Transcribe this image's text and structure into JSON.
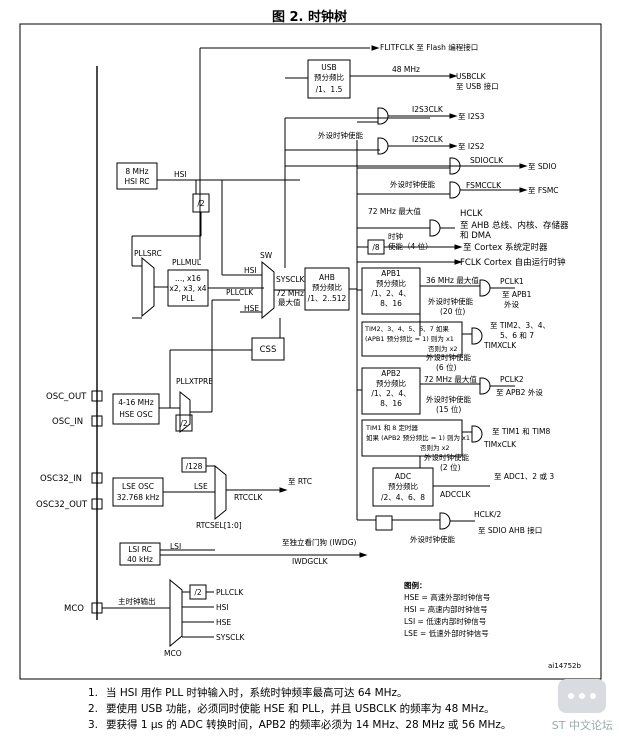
{
  "figure": {
    "title": "图 2. 时钟树"
  },
  "labels": {
    "flitf": "FLITFCLK 至 Flash 编程接口",
    "usb_block_l1": "USB",
    "usb_block_l2": "预分频比",
    "usb_block_l3": "/1、1.5",
    "usb_48": "48 MHz",
    "usbclk_l1": "USBCLK",
    "usbclk_l2": "至 USB 接口",
    "i2s3clk": "I2S3CLK",
    "to_i2s3": "至 I2S3",
    "peripheral_enable": "外设时钟使能",
    "i2s2clk": "I2S2CLK",
    "to_i2s2": "至 I2S2",
    "sdioclk": "SDIOCLK",
    "to_sdio": "至 SDIO",
    "fsmcclk": "FSMCCLK",
    "to_fsmc": "至 FSMC",
    "hsi_rc_l1": "8 MHz",
    "hsi_rc_l2": "HSI RC",
    "hsi": "HSI",
    "div2": "/2",
    "max72": "72 MHz 最大值",
    "hclk": "HCLK",
    "hclk_dest_l1": "至 AHB 总线、内核、存储器",
    "hclk_dest_l2": "和 DMA",
    "clock": "时钟",
    "enable_4bit": "使能（4 位）",
    "div8": "/8",
    "cortex_timer": "至 Cortex 系统定时器",
    "fclk": "FCLK Cortex 自由运行时钟",
    "pllsrc": "PLLSRC",
    "pllmul": "PLLMUL",
    "pll_mult_l1": "..., x16",
    "pll_mult_l2": "x2, x3, x4",
    "pll": "PLL",
    "pllclk": "PLLCLK",
    "sw": "SW",
    "sysclk": "SYSCLK",
    "mhz72": "72 MHz",
    "max": "最大值",
    "hse": "HSE",
    "ahb_l1": "AHB",
    "ahb_l2": "预分频比",
    "ahb_l3": "/1、2..512",
    "css": "CSS",
    "apb1_l1": "APB1",
    "apb1_l2": "预分频比",
    "apb1_l3": "/1、2、4、",
    "apb1_l4": "8、16",
    "max36": "36 MHz 最大值",
    "pclk1": "PCLK1",
    "to_apb1": "至 APB1",
    "peripheral": "外设",
    "enable_20bit": "(20 位)",
    "tim_apb1_l1": "TIM2、3、4、5、6、7 如果",
    "tim_apb1_l2": "(APB1 预分频比 = 1) 则为 x1",
    "tim_apb1_l3": "否则为 x2",
    "to_tim_2_7_l1": "至 TIM2、3、4、",
    "to_tim_2_7_l2": "5、6 和 7",
    "timxclk": "TIMXCLK",
    "enable_6bit": "(6 位)",
    "osc_out": "OSC_OUT",
    "osc_in": "OSC_IN",
    "hse_osc_l1": "4-16 MHz",
    "hse_osc_l2": "HSE OSC",
    "pllxtpre": "PLLXTPRE",
    "apb2_l1": "APB2",
    "apb2_l2": "预分频比",
    "apb2_l3": "/1、2、4、",
    "apb2_l4": "8、16",
    "pclk2": "PCLK2",
    "to_apb2": "至 APB2 外设",
    "enable_15bit": "(15 位)",
    "tim18_l1": "TIM1 和 8 定时器",
    "tim18_l2": "如果 (APB2 预分频比 = 1) 则为 x1",
    "tim18_l3": "否则为 x2",
    "to_tim18": "至 TIM1 和 TIM8",
    "timxclk2": "TIMxCLK",
    "enable_2bit": "(2 位)",
    "osc32_in": "OSC32_IN",
    "osc32_out": "OSC32_OUT",
    "lse_osc_l1": "LSE OSC",
    "lse_osc_l2": "32.768 kHz",
    "div128": "/128",
    "lse": "LSE",
    "rtcclk": "RTCCLK",
    "to_rtc": "至 RTC",
    "rtcsel": "RTCSEL[1:0]",
    "adc_l1": "ADC",
    "adc_l2": "预分频比",
    "adc_l3": "/2、4、6、8",
    "to_adc": "至 ADC1、2 或 3",
    "adcclk": "ADCCLK",
    "hclk2": "HCLK/2",
    "to_sdio_ahb": "至 SDIO AHB 接口",
    "lsi_rc_l1": "LSI RC",
    "lsi_rc_l2": "40 kHz",
    "lsi": "LSI",
    "to_iwdg": "至独立看门狗 (IWDG)",
    "iwdgclk": "IWDGCLK",
    "mco": "MCO",
    "mco_out": "主时钟输出",
    "mco_pllclk": "PLLCLK",
    "mco_hsi": "HSI",
    "mco_hse": "HSE",
    "mco_sysclk": "SYSCLK",
    "legend_title": "图例：",
    "legend_hse": "HSE = 高速外部时钟信号",
    "legend_hsi": "HSI = 高速内部时钟信号",
    "legend_lsi": "LSI = 低速内部时钟信号",
    "legend_lse": "LSE = 低速外部时钟信号",
    "ref_id": "ai14752b"
  },
  "notes": [
    {
      "num": "1.",
      "text": "当 HSI 用作 PLL 时钟输入时，系统时钟频率最高可达 64 MHz。"
    },
    {
      "num": "2.",
      "text": "要使用 USB 功能，必须同时使能 HSE 和 PLL，并且 USBCLK 的频率为 48 MHz。"
    },
    {
      "num": "3.",
      "text": "要获得 1 µs 的 ADC 转换时间，APB2 的频率必须为 14 MHz、28 MHz 或 56 MHz。"
    }
  ],
  "watermark": {
    "text": "ST 中文论坛"
  }
}
